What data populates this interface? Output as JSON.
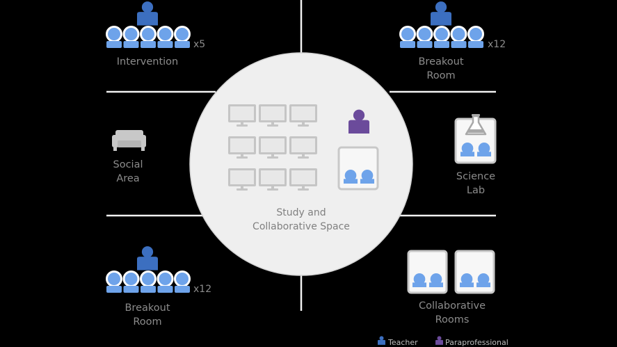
{
  "colors": {
    "background": "#000000",
    "student": "#6ea3ea",
    "teacher": "#3c6fc0",
    "paraprofessional": "#6b4b9b",
    "line": "#f2f2f2",
    "circle": "#efefef",
    "furniture": "#c8c8c8",
    "label": "#8c8c8c"
  },
  "zones": {
    "intervention": {
      "label": "Intervention",
      "count": "x5"
    },
    "breakout_top": {
      "line1": "Breakout",
      "line2": "Room",
      "count": "x12"
    },
    "social": {
      "line1": "Social",
      "line2": "Area",
      "icon": "sofa-icon"
    },
    "science": {
      "line1": "Science",
      "line2": "Lab",
      "icon": "flask-icon"
    },
    "breakout_bottom": {
      "line1": "Breakout",
      "line2": "Room",
      "count": "x12"
    },
    "collaborative": {
      "line1": "Collaborative",
      "line2": "Rooms"
    },
    "center": {
      "line1": "Study and",
      "line2": "Collaborative Space",
      "computers": 9
    }
  },
  "legend": {
    "teacher": "Teacher",
    "paraprofessional": "Paraprofessional"
  }
}
